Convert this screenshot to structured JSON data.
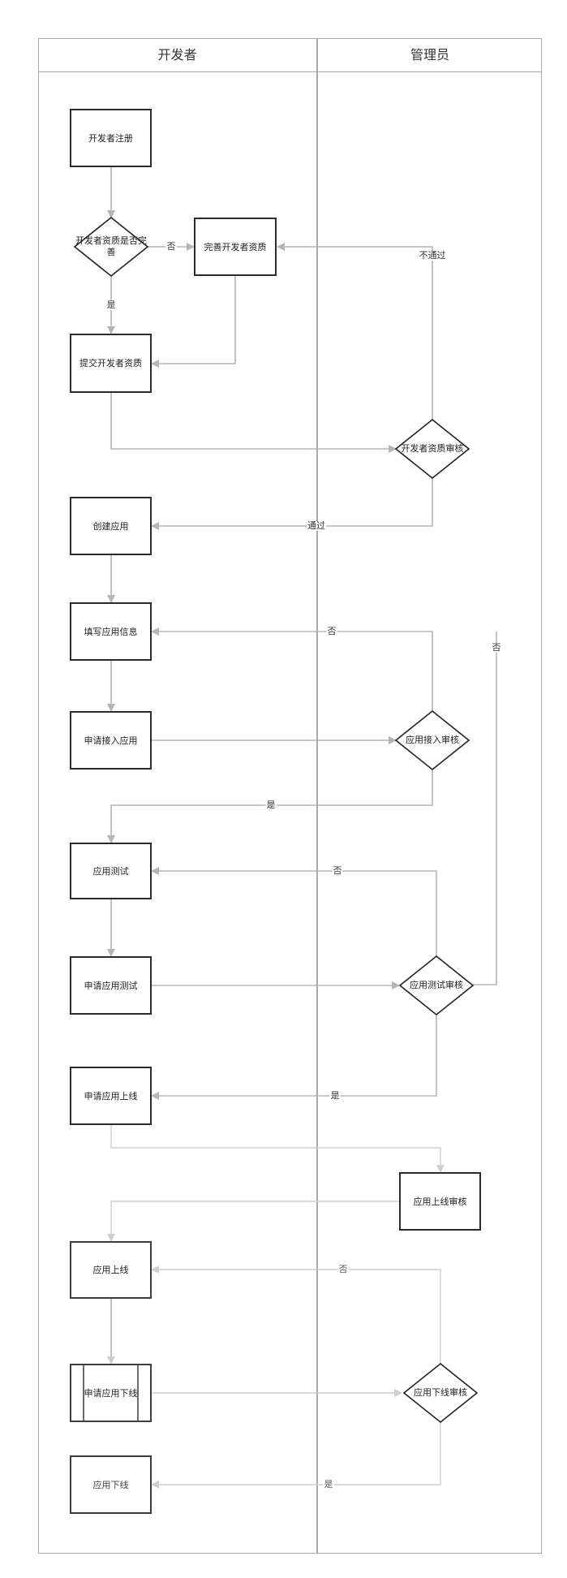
{
  "lanes": {
    "developer": "开发者",
    "admin": "管理员"
  },
  "nodes": {
    "dev_register": "开发者注册",
    "qual_complete_q": "开发者资质是否完善",
    "improve_qual": "完善开发者资质",
    "submit_qual": "提交开发者资质",
    "qual_review": "开发者资质审核",
    "create_app": "创建应用",
    "fill_app_info": "填写应用信息",
    "apply_access": "申请接入应用",
    "access_review": "应用接入审核",
    "app_test": "应用测试",
    "apply_test": "申请应用测试",
    "test_review": "应用测试审核",
    "apply_online": "申请应用上线",
    "online_review": "应用上线审核",
    "app_online": "应用上线",
    "apply_offline": "申请应用下线",
    "offline_review": "应用下线审核",
    "app_offline": "应用下线"
  },
  "edge_labels": {
    "no_improve": "否",
    "yes_submit": "是",
    "not_pass": "不通过",
    "pass": "通过",
    "access_no": "否",
    "test_no_right": "否",
    "access_yes": "是",
    "test_no": "否",
    "test_yes": "是",
    "offline_no": "否",
    "offline_yes": "是"
  }
}
